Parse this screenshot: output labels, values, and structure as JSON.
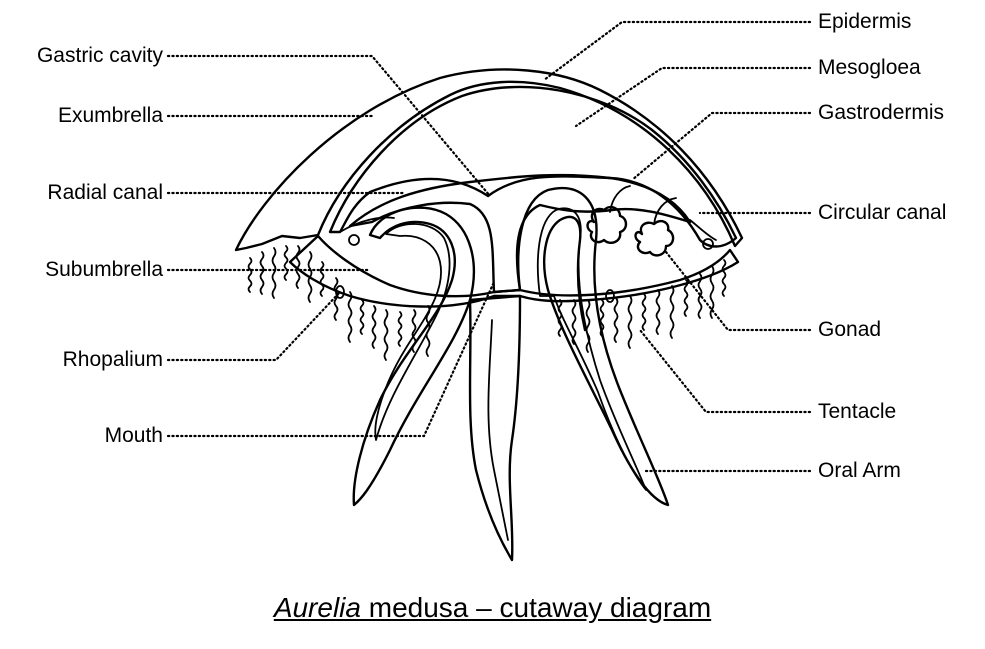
{
  "labels_left": {
    "gastric_cavity": "Gastric cavity",
    "exumbrella": "Exumbrella",
    "radial_canal": "Radial canal",
    "subumbrella": "Subumbrella",
    "rhopalium": "Rhopalium",
    "mouth": "Mouth"
  },
  "labels_right": {
    "epidermis": "Epidermis",
    "mesogloea": "Mesogloea",
    "gastrodermis": "Gastrodermis",
    "circular_canal": "Circular canal",
    "gonad": "Gonad",
    "tentacle": "Tentacle",
    "oral_arm": "Oral Arm"
  },
  "caption": {
    "genus": "Aurelia",
    "rest": " medusa – cutaway diagram"
  },
  "colors": {
    "mesogloea_fill": "#c8ecf4",
    "outline": "#000000",
    "background": "#ffffff"
  }
}
